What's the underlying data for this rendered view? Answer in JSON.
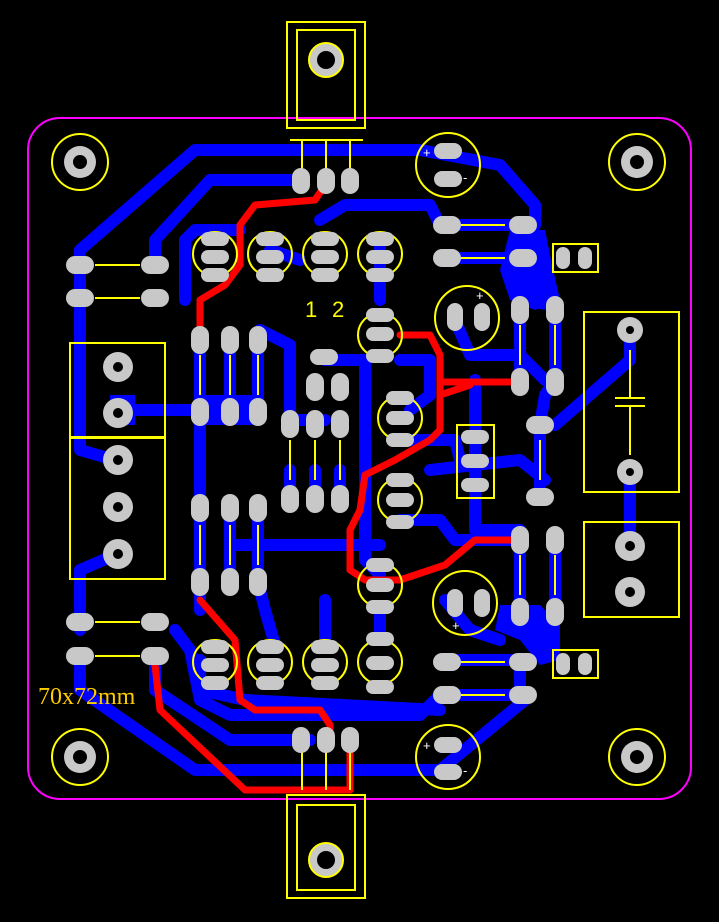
{
  "board": {
    "size_label": "70x72mm",
    "channel_labels": [
      "1",
      "2"
    ],
    "polarity_plus": "+",
    "polarity_minus": "-"
  },
  "colors": {
    "background": "#000000",
    "bottom_copper": "#0000ff",
    "top_copper": "#ff0000",
    "silkscreen": "#ffff00",
    "outline": "#ff00ff",
    "pad": "#c8c8c8",
    "size_label": "#ffcc00"
  },
  "layers": [
    "board-outline",
    "bottom-copper",
    "top-copper",
    "silkscreen",
    "pads"
  ]
}
